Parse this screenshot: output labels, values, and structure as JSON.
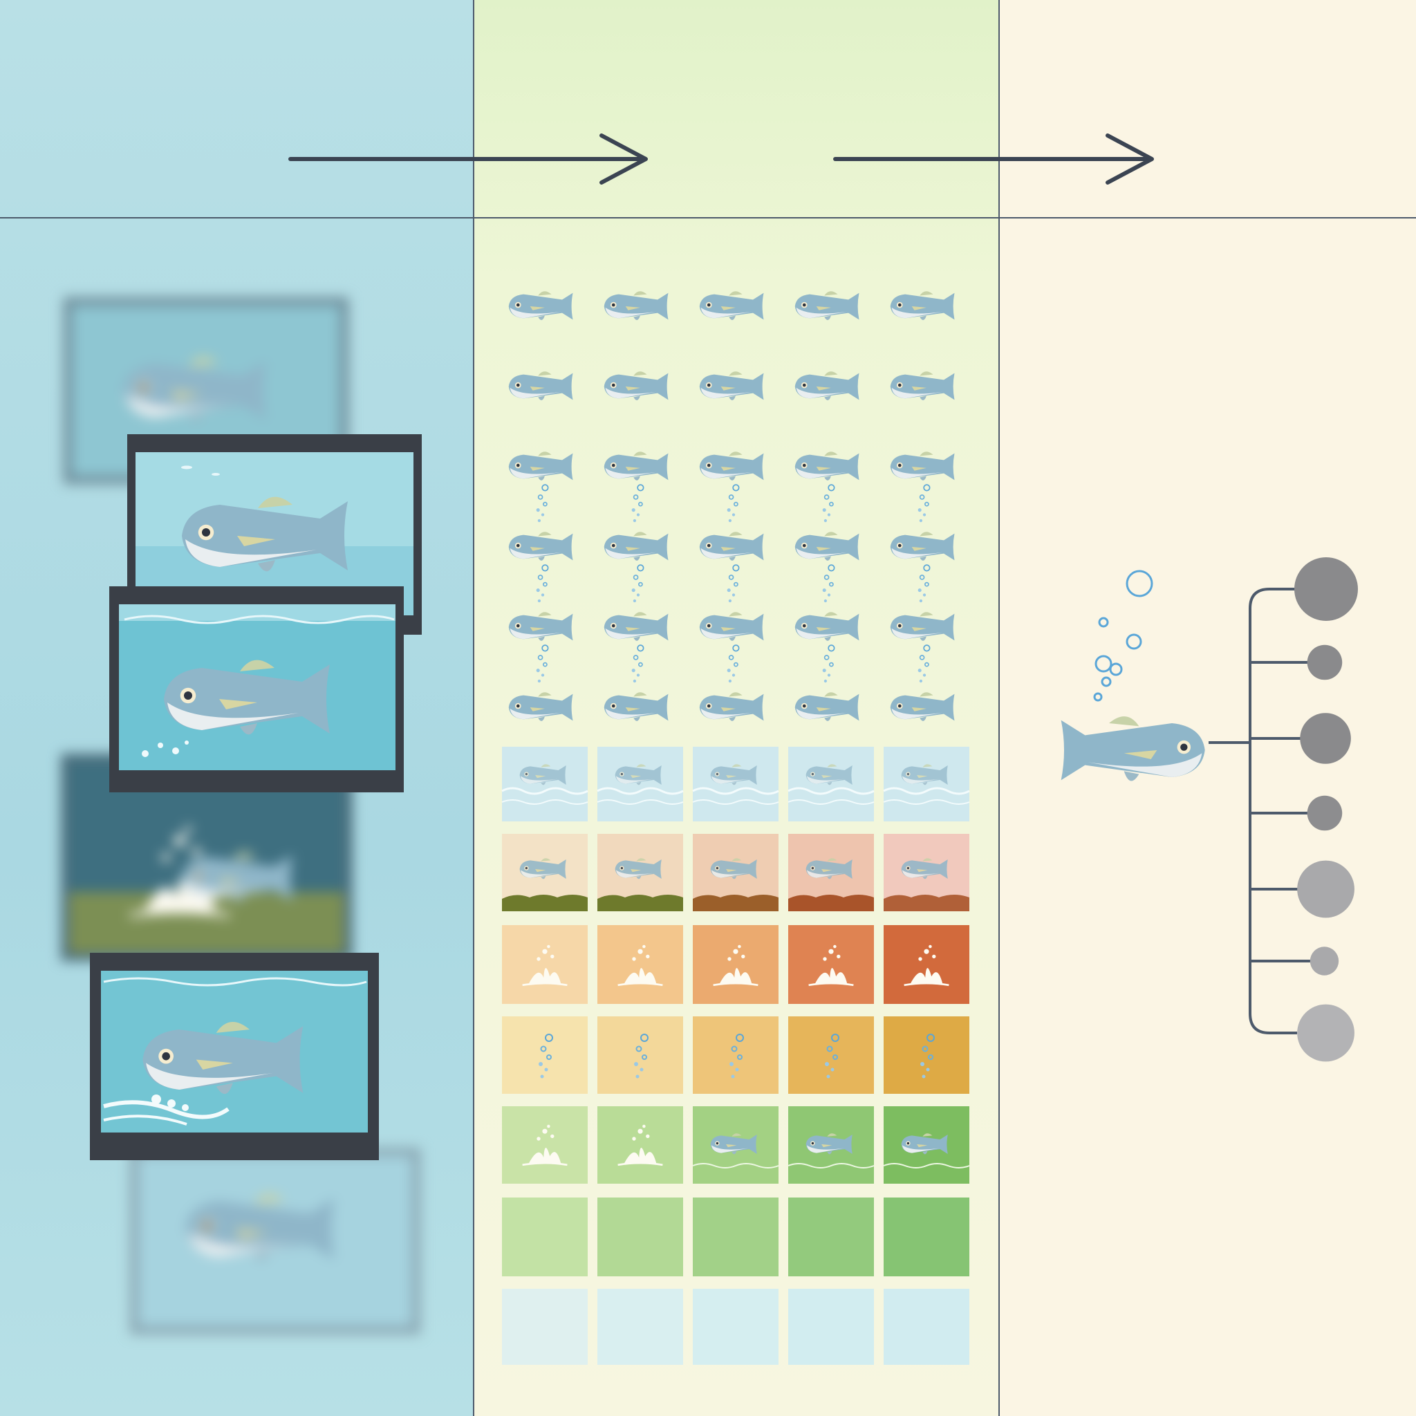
{
  "stages": [
    {
      "id": "stage-video-frames",
      "bg": "#aad8e2"
    },
    {
      "id": "stage-frame-grid",
      "bg": "#eef6d6"
    },
    {
      "id": "stage-classification",
      "bg": "#fbf5e4"
    }
  ],
  "flow_arrows": 2,
  "grid": {
    "columns": 5,
    "fish_rows": 6,
    "bubble_rows_start": 3,
    "tile_rows": [
      {
        "kind": "fish-surface",
        "colors": [
          "#cfe8ee",
          "#cfe8ee",
          "#cfe8ee",
          "#cfe8ee",
          "#cfe8ee"
        ]
      },
      {
        "kind": "fish-ground",
        "colors": [
          "#f3e2c6",
          "#f1d9bd",
          "#efcdb2",
          "#eec4ae",
          "#f1c9bd"
        ],
        "ground": [
          "#6e7a2c",
          "#6e7a2c",
          "#9b5f2a",
          "#a9542a",
          "#b06038"
        ]
      },
      {
        "kind": "splash",
        "colors": [
          "#f6d7a8",
          "#f3c68c",
          "#ebaa6f",
          "#df8352",
          "#d26a3c"
        ]
      },
      {
        "kind": "bubbles",
        "colors": [
          "#f6e3ad",
          "#f3d89a",
          "#eec579",
          "#e6b55a",
          "#deaa45"
        ]
      },
      {
        "kind": "splash-fish",
        "colors": [
          "#c9e3a7",
          "#b9dc97",
          "#a3d183",
          "#8fc773",
          "#7dbd60"
        ]
      },
      {
        "kind": "blank",
        "colors": [
          "#c3e2a5",
          "#b2d995",
          "#a2d188",
          "#93ca7d",
          "#86c473"
        ]
      },
      {
        "kind": "blank-light",
        "colors": [
          "#dff0ef",
          "#d9eff0",
          "#d5eef0",
          "#d2edf0",
          "#d1ecf0"
        ]
      }
    ]
  },
  "classifier": {
    "node_colors": [
      "#8a8a8c",
      "#8a8a8c",
      "#8a8a8c",
      "#8d8d8f",
      "#a9a9ab",
      "#a9a9ab",
      "#b3b3b5"
    ],
    "node_scale": [
      1,
      0.55,
      0.8,
      0.55,
      0.9,
      0.45,
      0.9
    ]
  }
}
